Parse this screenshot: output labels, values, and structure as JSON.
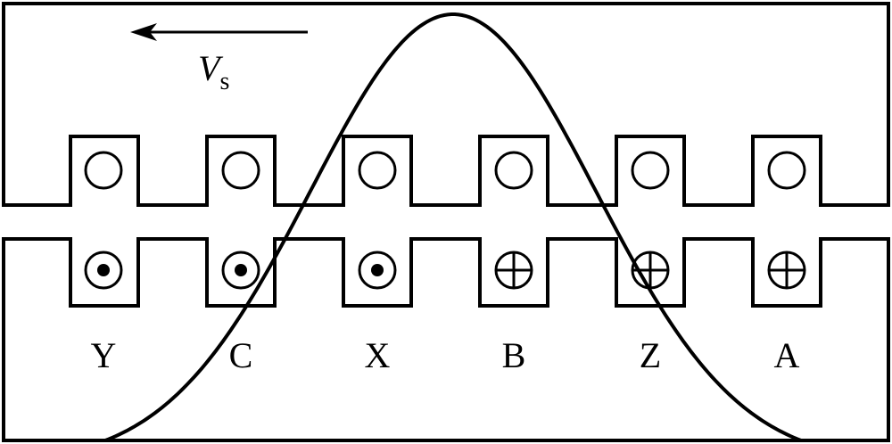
{
  "velocity": {
    "symbol": "V",
    "subscript": "s",
    "direction": "left"
  },
  "slots": [
    {
      "label": "Y",
      "rotor_conductor": "empty",
      "stator_conductor": "dot"
    },
    {
      "label": "C",
      "rotor_conductor": "empty",
      "stator_conductor": "dot"
    },
    {
      "label": "X",
      "rotor_conductor": "empty",
      "stator_conductor": "dot"
    },
    {
      "label": "B",
      "rotor_conductor": "empty",
      "stator_conductor": "cross"
    },
    {
      "label": "Z",
      "rotor_conductor": "empty",
      "stator_conductor": "cross"
    },
    {
      "label": "A",
      "rotor_conductor": "empty",
      "stator_conductor": "cross"
    }
  ],
  "colors": {
    "stroke": "#000000",
    "background": "#ffffff"
  }
}
